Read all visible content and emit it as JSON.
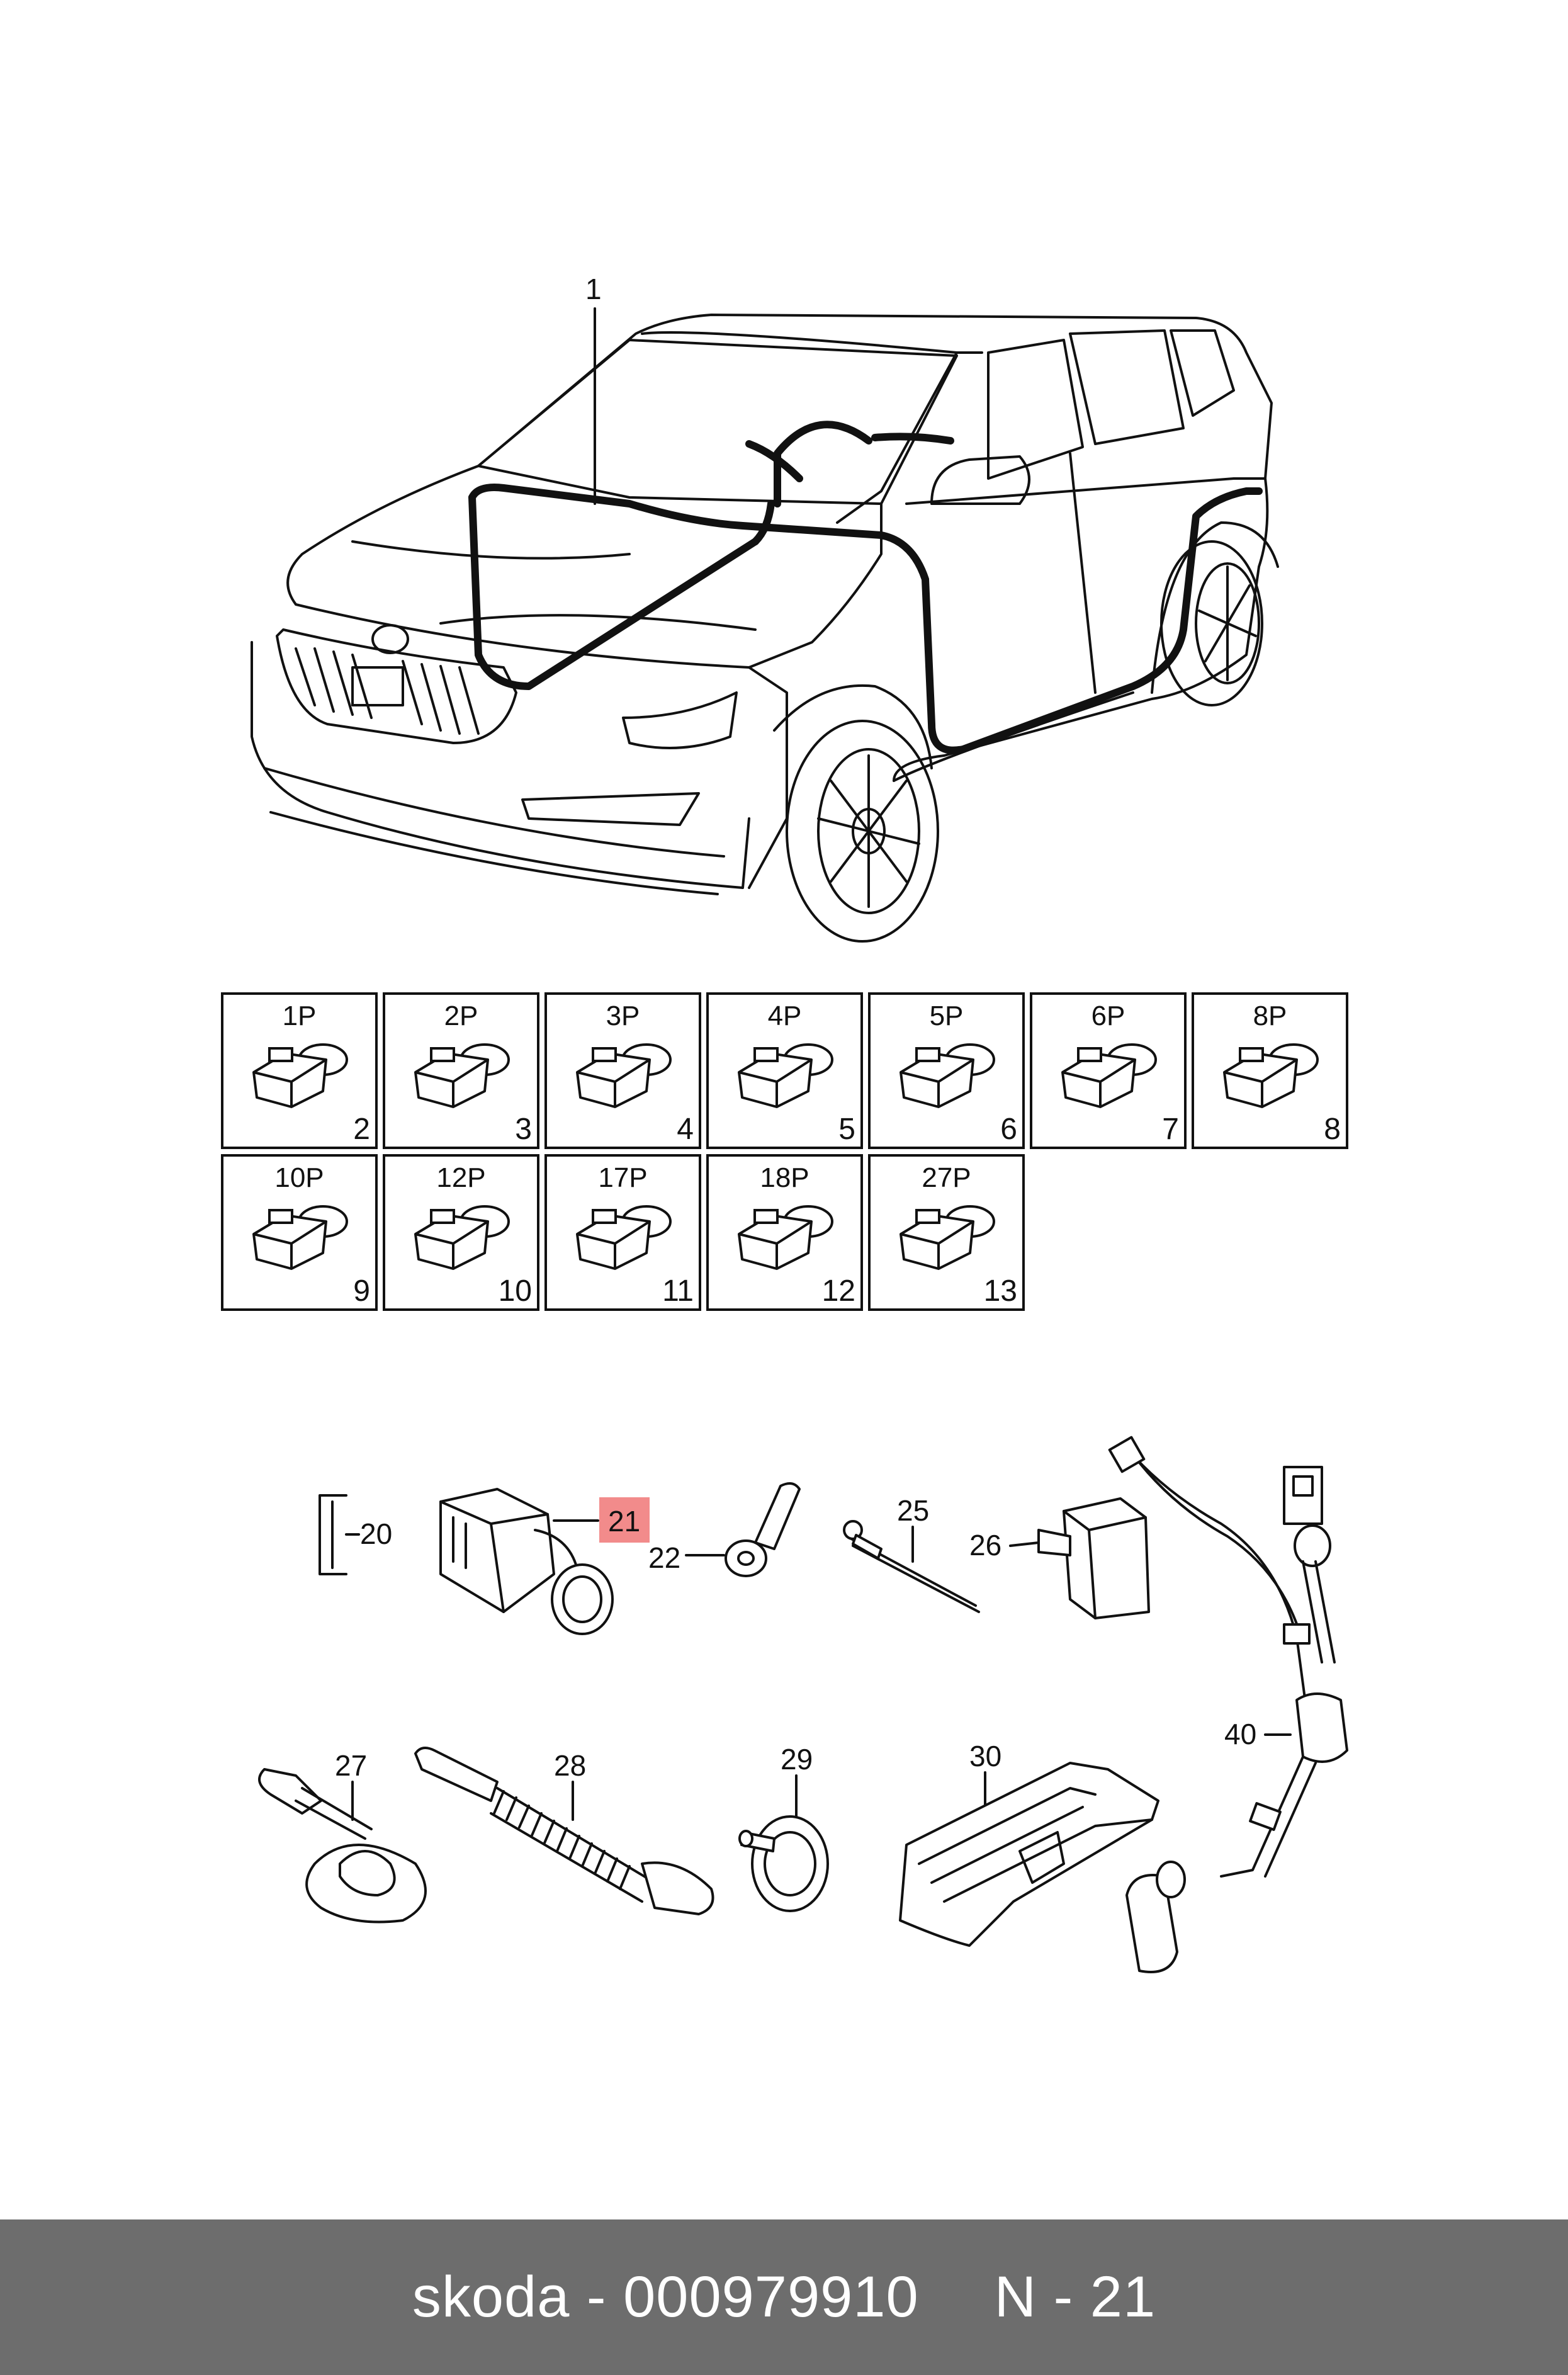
{
  "main_label": "1",
  "connectors": [
    {
      "code": "1P",
      "num": "2"
    },
    {
      "code": "2P",
      "num": "3"
    },
    {
      "code": "3P",
      "num": "4"
    },
    {
      "code": "4P",
      "num": "5"
    },
    {
      "code": "5P",
      "num": "6"
    },
    {
      "code": "6P",
      "num": "7"
    },
    {
      "code": "8P",
      "num": "8"
    },
    {
      "code": "10P",
      "num": "9"
    },
    {
      "code": "12P",
      "num": "10"
    },
    {
      "code": "17P",
      "num": "11"
    },
    {
      "code": "18P",
      "num": "12"
    },
    {
      "code": "27P",
      "num": "13"
    }
  ],
  "parts": {
    "p20": "20",
    "p21": "21",
    "p22": "22",
    "p25": "25",
    "p26": "26",
    "p27": "27",
    "p28": "28",
    "p29": "29",
    "p30": "30",
    "p40": "40"
  },
  "highlight_color": "#f28b8b",
  "footer": {
    "part_text": "skoda - 000979910",
    "ref_text": "N - 21"
  }
}
